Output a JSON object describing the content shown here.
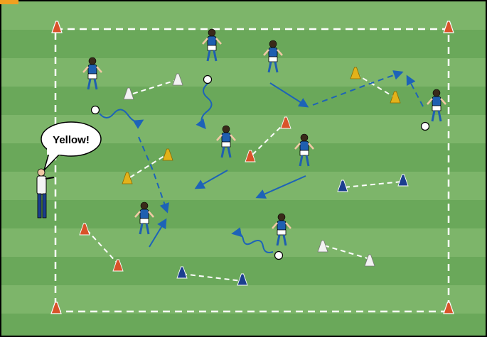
{
  "diagram": {
    "callout_text": "Yellow!",
    "colors": {
      "field_light": "#7db56a",
      "field_dark": "#6aa85a",
      "border": "#000000",
      "corner_tab": "#f0a020",
      "boundary_line": "#ffffff",
      "kit_shirt": "#1f5fb0",
      "kit_shorts": "#ffffff",
      "arrow": "#1d63b8",
      "pass_line": "#ffffff",
      "cone_red": "#d9532a",
      "cone_yellow": "#e3b21a",
      "cone_white": "#f2f2f2",
      "cone_blue": "#1c3f8f"
    },
    "cone_colors": [
      "red",
      "yellow",
      "white",
      "blue"
    ],
    "pairs": [
      {
        "color": "white",
        "label": "white-cone-pair"
      },
      {
        "color": "yellow",
        "label": "yellow-cone-pair"
      },
      {
        "color": "red",
        "label": "red-cone-pair"
      },
      {
        "color": "blue",
        "label": "blue-cone-pair"
      }
    ]
  }
}
